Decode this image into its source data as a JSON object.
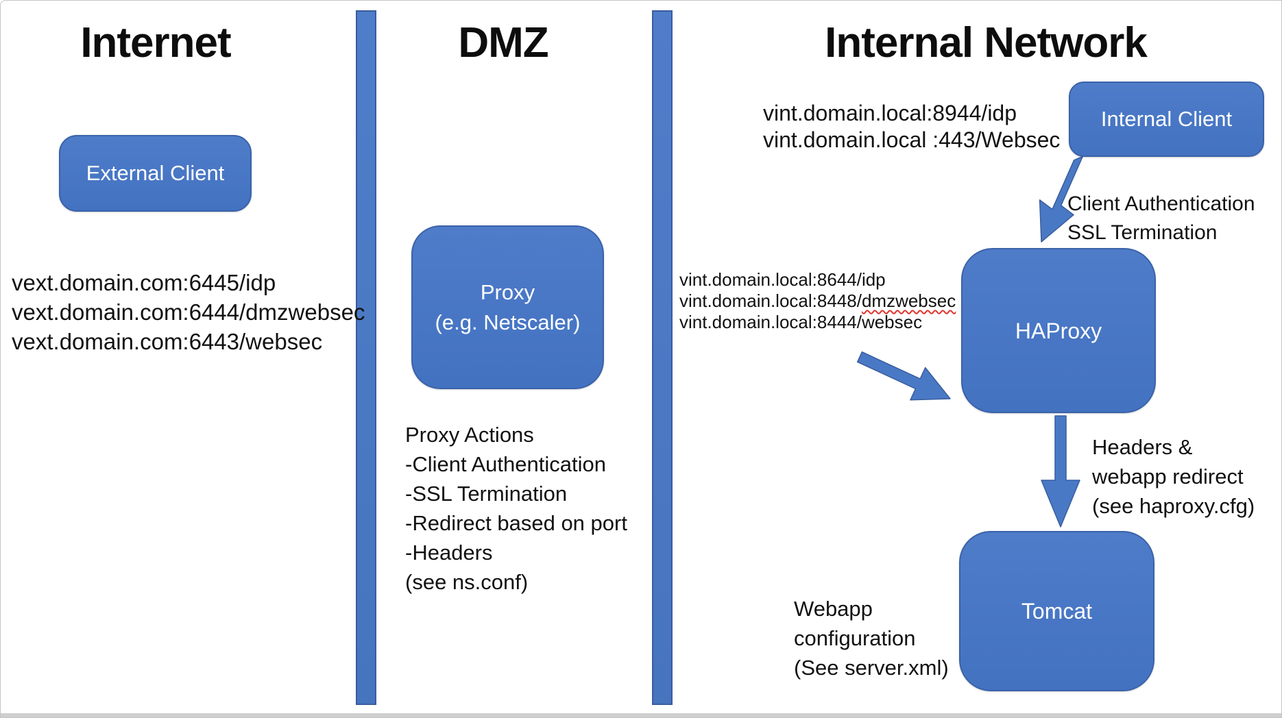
{
  "colors": {
    "node_fill": "#4a7ac6",
    "node_border": "#3a62a8",
    "divider_fill": "#4a78c4",
    "divider_border": "#3a5c9d",
    "arrow_fill": "#4979c5",
    "text": "#111111",
    "node_text": "#ffffff",
    "spellcheck_underline": "#e0342b",
    "frame_border": "#c5c5c5",
    "bottom_strip": "#cfcfcf"
  },
  "zones": {
    "internet": {
      "title": "Internet",
      "node_label": "External Client",
      "endpoints": [
        "vext.domain.com:6445/idp",
        "vext.domain.com:6444/dmzwebsec",
        "vext.domain.com:6443/websec"
      ]
    },
    "dmz": {
      "title": "DMZ",
      "node_label_line1": "Proxy",
      "node_label_line2": "(e.g. Netscaler)",
      "actions": [
        "Proxy Actions",
        "-Client Authentication",
        "-SSL Termination",
        "-Redirect based on port",
        "-Headers",
        "(see ns.conf)"
      ]
    },
    "internal": {
      "title": "Internal Network",
      "client_node_label": "Internal Client",
      "client_endpoints": [
        "vint.domain.local:8944/idp",
        "vint.domain.local :443/Websec"
      ],
      "client_arrow_note": [
        "Client Authentication",
        "SSL Termination"
      ],
      "haproxy_node_label": "HAProxy",
      "haproxy_endpoints": {
        "line1": "vint.domain.local:8644/idp",
        "line2_prefix": "vint.domain.local:8448/",
        "line2_flagged": "dmzwebsec",
        "line3": "vint.domain.local:8444/websec"
      },
      "haproxy_arrow_note": [
        "Headers &",
        "webapp redirect",
        "(see haproxy.cfg)"
      ],
      "tomcat_node_label": "Tomcat",
      "tomcat_note": [
        "Webapp",
        "configuration",
        "(See server.xml)"
      ]
    }
  }
}
